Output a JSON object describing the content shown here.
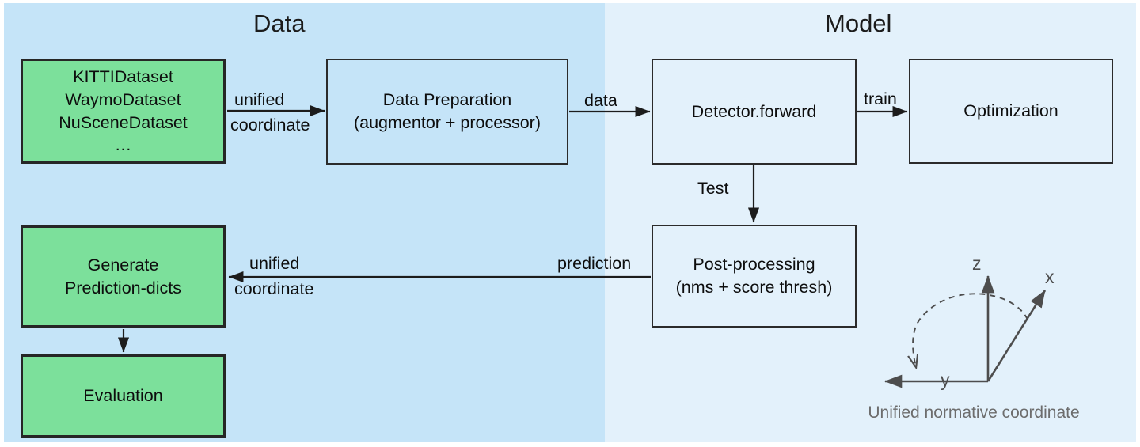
{
  "diagram": {
    "title_data": "Data",
    "title_model": "Model",
    "colors": {
      "panel_data_bg": "#c5e4f8",
      "panel_model_bg": "#e3f1fb",
      "node_green_fill": "#7ce09b",
      "node_border": "#262626",
      "text": "#0d0d0d",
      "axis_gray": "#4d4d4d",
      "caption_gray": "#6d6d6d"
    },
    "nodes": {
      "datasets": {
        "line1": "KITTIDataset",
        "line2": "WaymoDataset",
        "line3": "NuSceneDataset",
        "line4": "…"
      },
      "data_preparation": {
        "line1": "Data Preparation",
        "line2": "(augmentor + processor)"
      },
      "detector": {
        "line1": "Detector.forward"
      },
      "optimization": {
        "line1": "Optimization"
      },
      "post_processing": {
        "line1": "Post-processing",
        "line2": "(nms + score thresh)"
      },
      "generate_prediction_dicts": {
        "line1": "Generate",
        "line2": "Prediction-dicts"
      },
      "evaluation": {
        "line1": "Evaluation"
      }
    },
    "edges": {
      "datasets_to_dataprep_line1": "unified",
      "datasets_to_dataprep_line2": "coordinate",
      "dataprep_to_detector": "data",
      "detector_to_optimization": "train",
      "detector_to_postproc": "Test",
      "postproc_to_genpred_right": "prediction",
      "postproc_to_genpred_line1": "unified",
      "postproc_to_genpred_line2": "coordinate"
    },
    "coordinate_widget": {
      "axis_z": "z",
      "axis_x": "x",
      "axis_y": "y",
      "caption": "Unified normative coordinate"
    }
  }
}
